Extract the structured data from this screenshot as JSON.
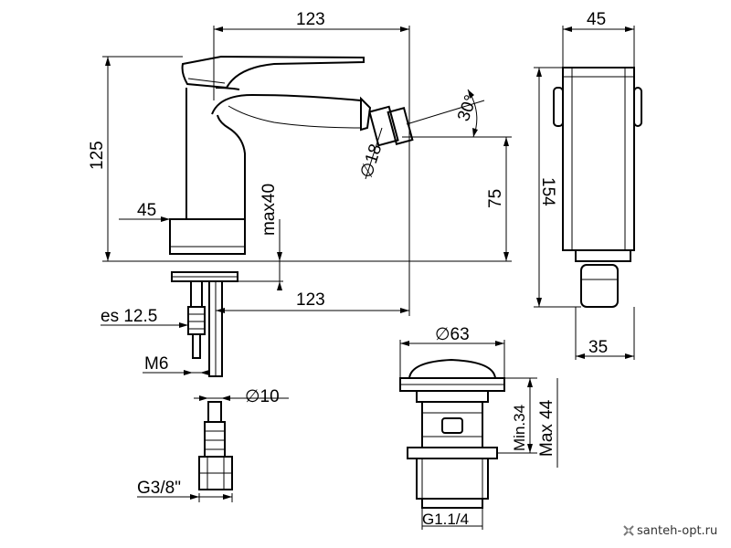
{
  "labels": {
    "top_width": "123",
    "side_width": "45",
    "height_total": "125",
    "base_width": "45",
    "max_hole": "max40",
    "spout_height": "75",
    "spout_angle": "30°",
    "nozzle_dia": "∅18",
    "side_height": "154",
    "bottom_reach": "123",
    "es": "es 12.5",
    "m6": "M6",
    "pipe_dia": "∅10",
    "g38": "G3/8\"",
    "drain_dia": "∅63",
    "min34": "Min.34",
    "max44": "Max 44",
    "g114": "G1.1/4",
    "side_base": "35"
  },
  "watermark": "santeh-opt.ru",
  "watermark_icon": "cross-star-icon"
}
